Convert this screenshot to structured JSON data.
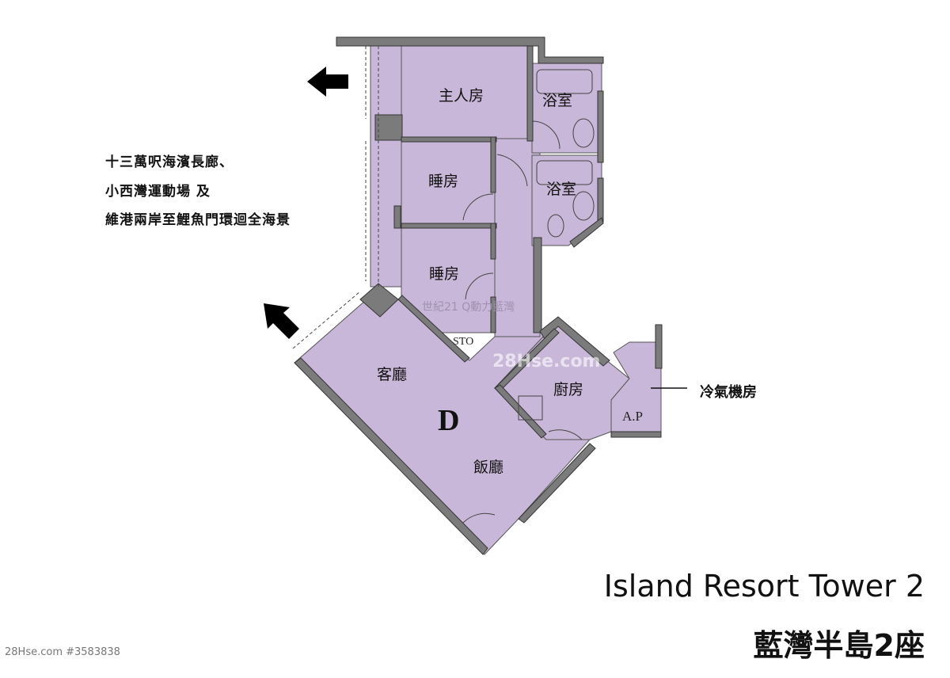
{
  "plan": {
    "unit_letter": "D",
    "rooms": {
      "master_bedroom": "主人房",
      "bathroom_1": "浴室",
      "bathroom_2": "浴室",
      "bedroom_1": "睡房",
      "bedroom_2": "睡房",
      "storage": "STO",
      "living_room": "客廳",
      "dining_room": "飯廳",
      "kitchen": "廚房",
      "ap": "A.P"
    },
    "ac_room_label": "冷氣機房",
    "view_note": [
      "十三萬呎海濱長廊、",
      "小西灣運動場 及",
      "維港兩岸至鯉魚門環迴全海景"
    ],
    "watermark_agent": "世紀21 Q動力藍灣",
    "watermark_site": "28Hse.com"
  },
  "title": {
    "english": "Island Resort Tower 2",
    "chinese": "藍灣半島2座"
  },
  "reference": "28Hse.com #3583838",
  "colors": {
    "floor": "#c9b7d9",
    "wall": "#7b7b7b"
  }
}
